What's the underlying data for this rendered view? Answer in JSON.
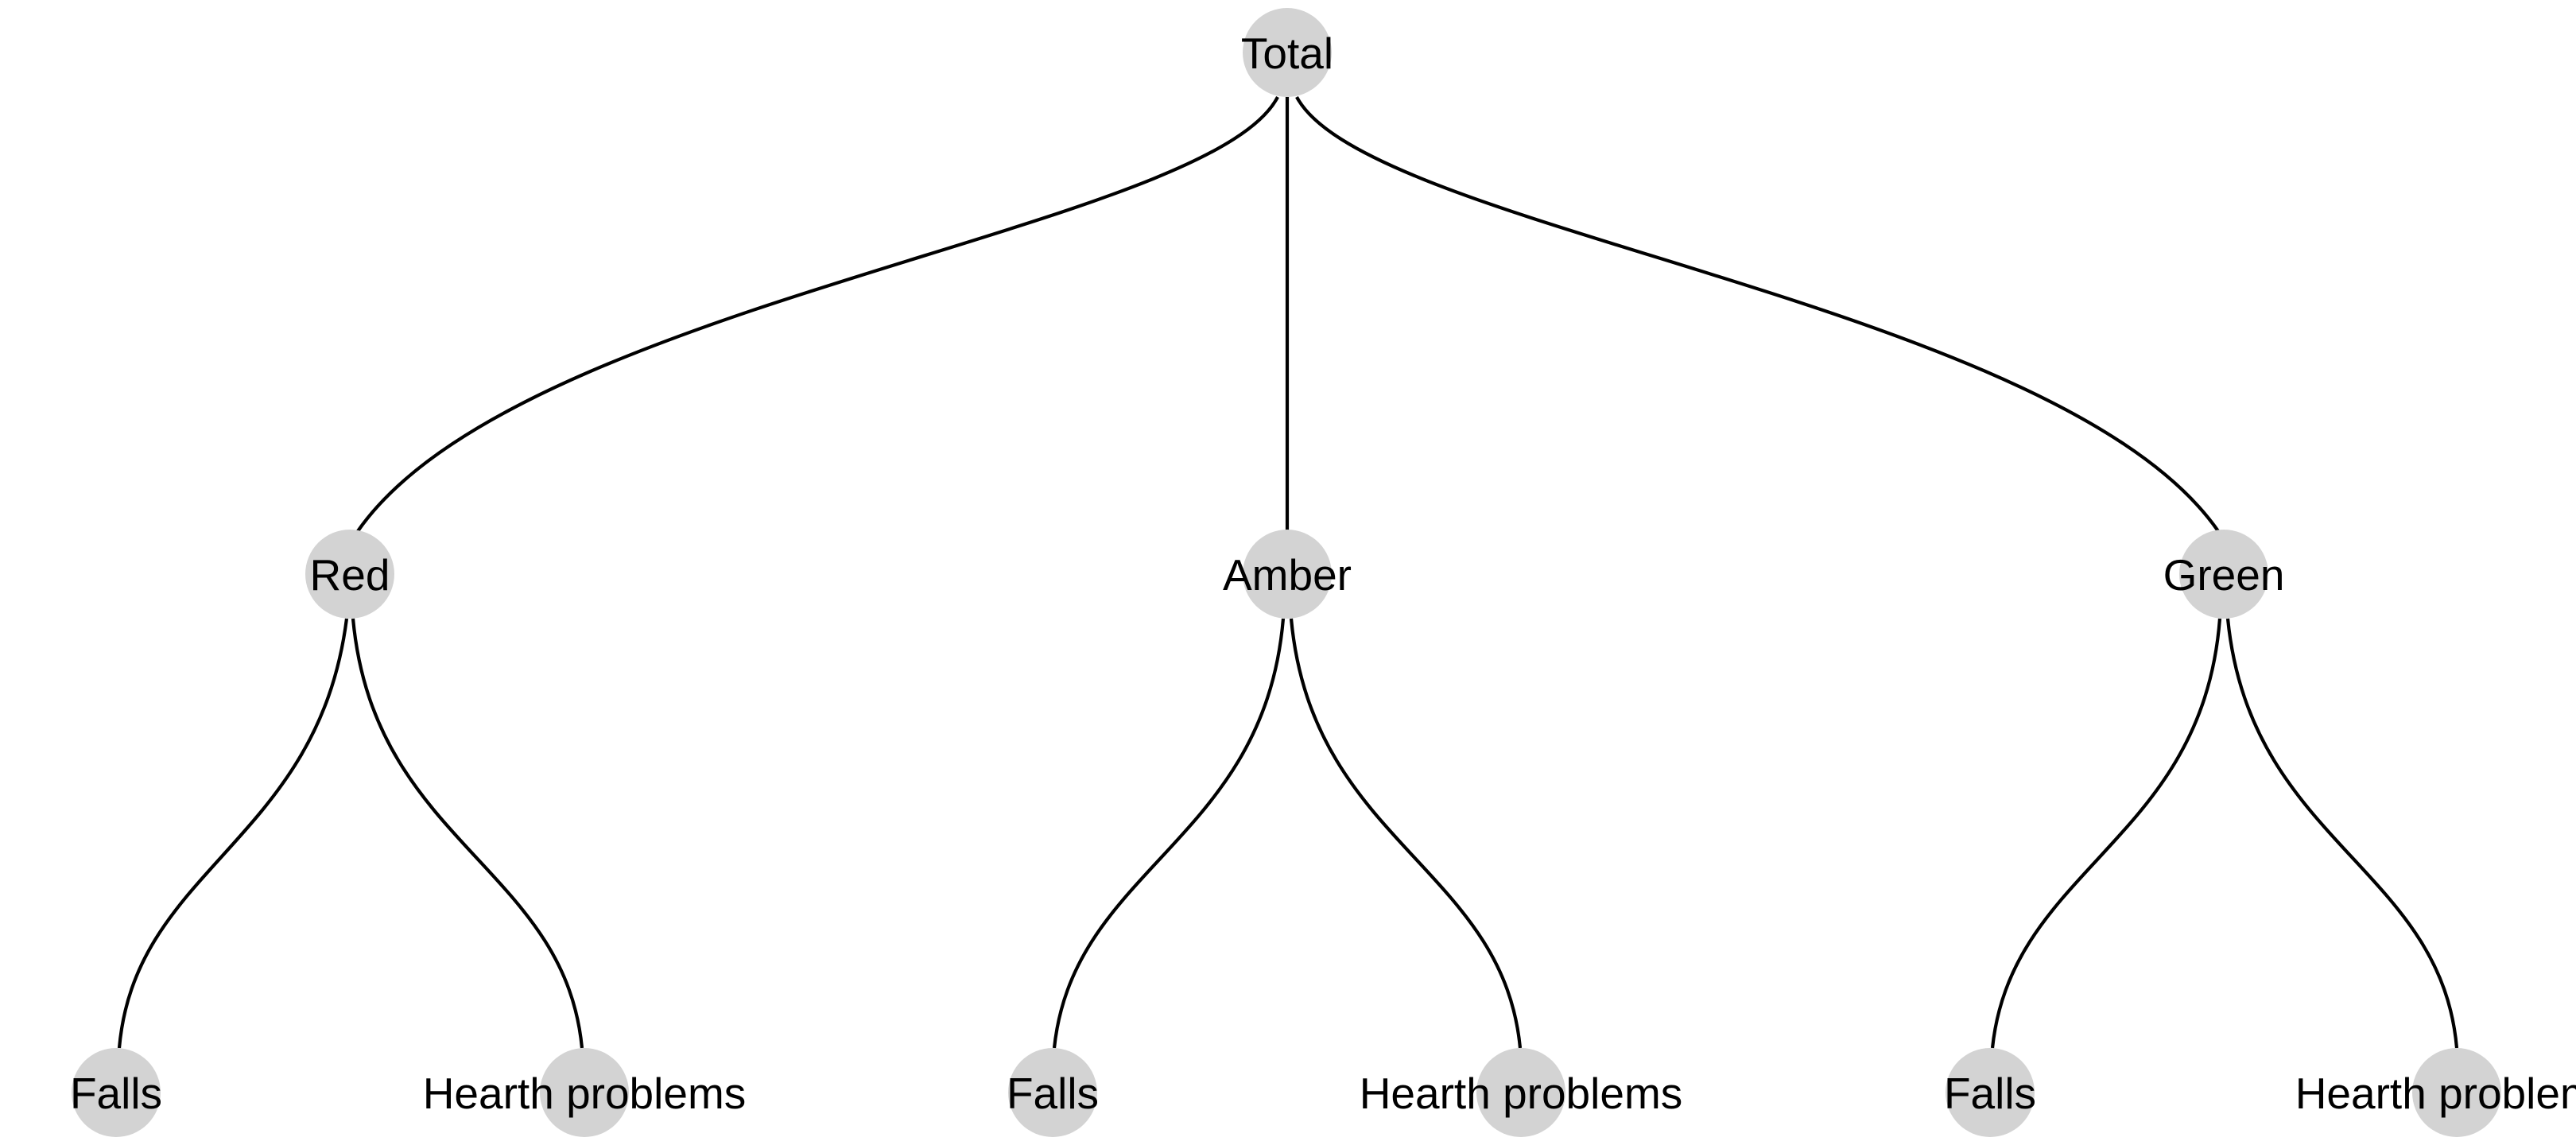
{
  "colors": {
    "background": "#ffffff",
    "node_fill": "#d3d3d3",
    "edge_stroke": "#000000",
    "label_color": "#000000"
  },
  "tree": {
    "root": {
      "label": "Total"
    },
    "branches": [
      {
        "label": "Red",
        "children": [
          {
            "label": "Falls"
          },
          {
            "label": "Hearth problems"
          }
        ]
      },
      {
        "label": "Amber",
        "children": [
          {
            "label": "Falls"
          },
          {
            "label": "Hearth problems"
          }
        ]
      },
      {
        "label": "Green",
        "children": [
          {
            "label": "Falls"
          },
          {
            "label": "Hearth problems"
          }
        ]
      }
    ]
  }
}
